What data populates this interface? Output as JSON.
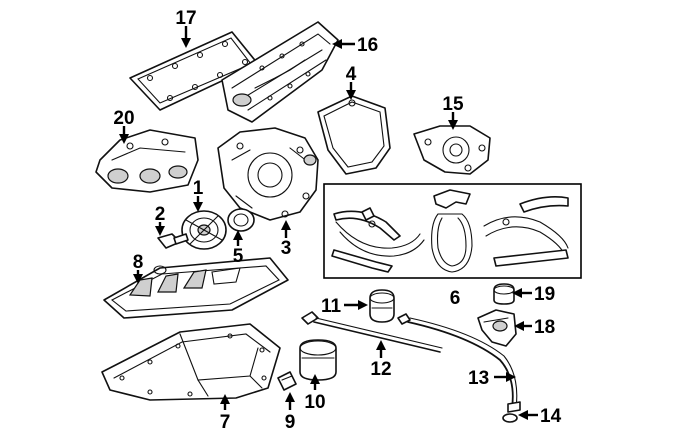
{
  "callouts": [
    {
      "id": "1",
      "label": "1"
    },
    {
      "id": "2",
      "label": "2"
    },
    {
      "id": "3",
      "label": "3"
    },
    {
      "id": "4",
      "label": "4"
    },
    {
      "id": "5",
      "label": "5"
    },
    {
      "id": "6",
      "label": "6"
    },
    {
      "id": "7",
      "label": "7"
    },
    {
      "id": "8",
      "label": "8"
    },
    {
      "id": "9",
      "label": "9"
    },
    {
      "id": "10",
      "label": "10"
    },
    {
      "id": "11",
      "label": "11"
    },
    {
      "id": "12",
      "label": "12"
    },
    {
      "id": "13",
      "label": "13"
    },
    {
      "id": "14",
      "label": "14"
    },
    {
      "id": "15",
      "label": "15"
    },
    {
      "id": "16",
      "label": "16"
    },
    {
      "id": "17",
      "label": "17"
    },
    {
      "id": "18",
      "label": "18"
    },
    {
      "id": "19",
      "label": "19"
    },
    {
      "id": "20",
      "label": "20"
    }
  ],
  "colors": {
    "line": "#111111",
    "background": "#ffffff",
    "shade": "#cfcfcf"
  }
}
